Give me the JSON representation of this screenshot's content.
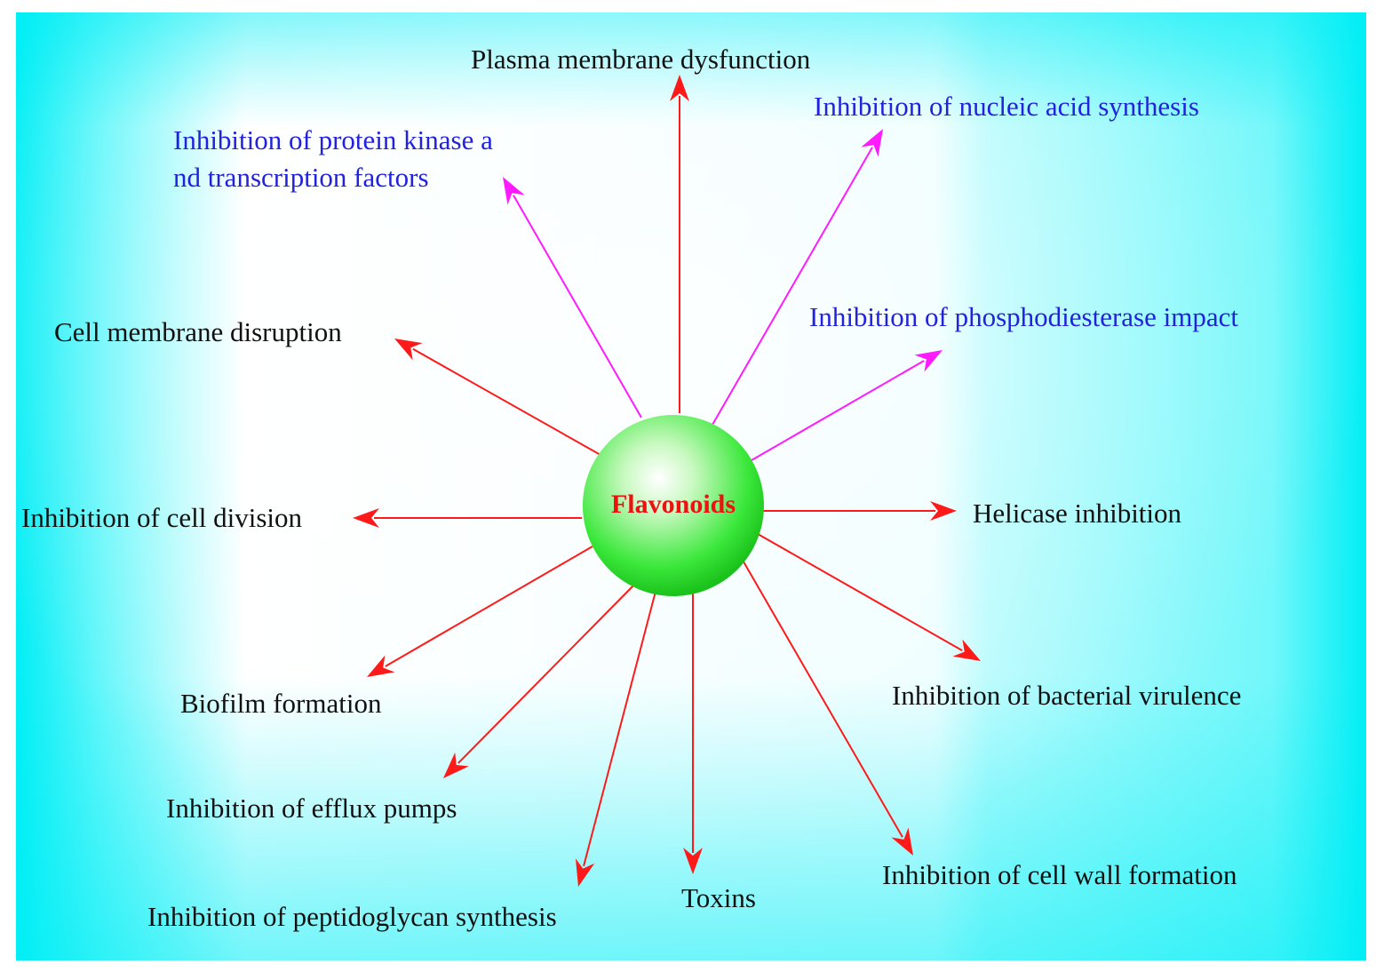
{
  "center": {
    "label": "Flavonoids"
  },
  "colors": {
    "red_arrow": "#ff1a1a",
    "magenta_arrow": "#ff1aff",
    "black_text": "#111111",
    "blue_text": "#2222dd",
    "center_label": "#ee1111",
    "background_edge": "#00eef5",
    "sphere": "#2ee82e"
  },
  "effects": [
    {
      "id": "plasma-membrane-dysfunction",
      "label": "Plasma membrane dysfunction",
      "arrow_color": "red",
      "text_color": "black"
    },
    {
      "id": "nucleic-acid-synthesis",
      "label": "Inhibition of nucleic acid synthesis",
      "arrow_color": "magenta",
      "text_color": "blue"
    },
    {
      "id": "protein-kinase",
      "label_lines": [
        "Inhibition of protein kinase a",
        "nd transcription factors"
      ],
      "arrow_color": "magenta",
      "text_color": "blue"
    },
    {
      "id": "phosphodiesterase",
      "label": "Inhibition of phosphodiesterase impact",
      "arrow_color": "magenta",
      "text_color": "blue"
    },
    {
      "id": "cell-membrane-disruption",
      "label": "Cell membrane disruption",
      "arrow_color": "red",
      "text_color": "black"
    },
    {
      "id": "cell-division",
      "label": "Inhibition of cell division",
      "arrow_color": "red",
      "text_color": "black"
    },
    {
      "id": "helicase",
      "label": "Helicase inhibition",
      "arrow_color": "red",
      "text_color": "black"
    },
    {
      "id": "biofilm",
      "label": "Biofilm formation",
      "arrow_color": "red",
      "text_color": "black"
    },
    {
      "id": "bacterial-virulence",
      "label": "Inhibition of bacterial virulence",
      "arrow_color": "red",
      "text_color": "black"
    },
    {
      "id": "efflux-pumps",
      "label": "Inhibition of efflux pumps",
      "arrow_color": "red",
      "text_color": "black"
    },
    {
      "id": "cell-wall",
      "label": "Inhibition of cell wall formation",
      "arrow_color": "red",
      "text_color": "black"
    },
    {
      "id": "peptidoglycan",
      "label": "Inhibition of peptidoglycan synthesis",
      "arrow_color": "red",
      "text_color": "black"
    },
    {
      "id": "toxins",
      "label": "Toxins",
      "arrow_color": "red",
      "text_color": "black"
    }
  ]
}
